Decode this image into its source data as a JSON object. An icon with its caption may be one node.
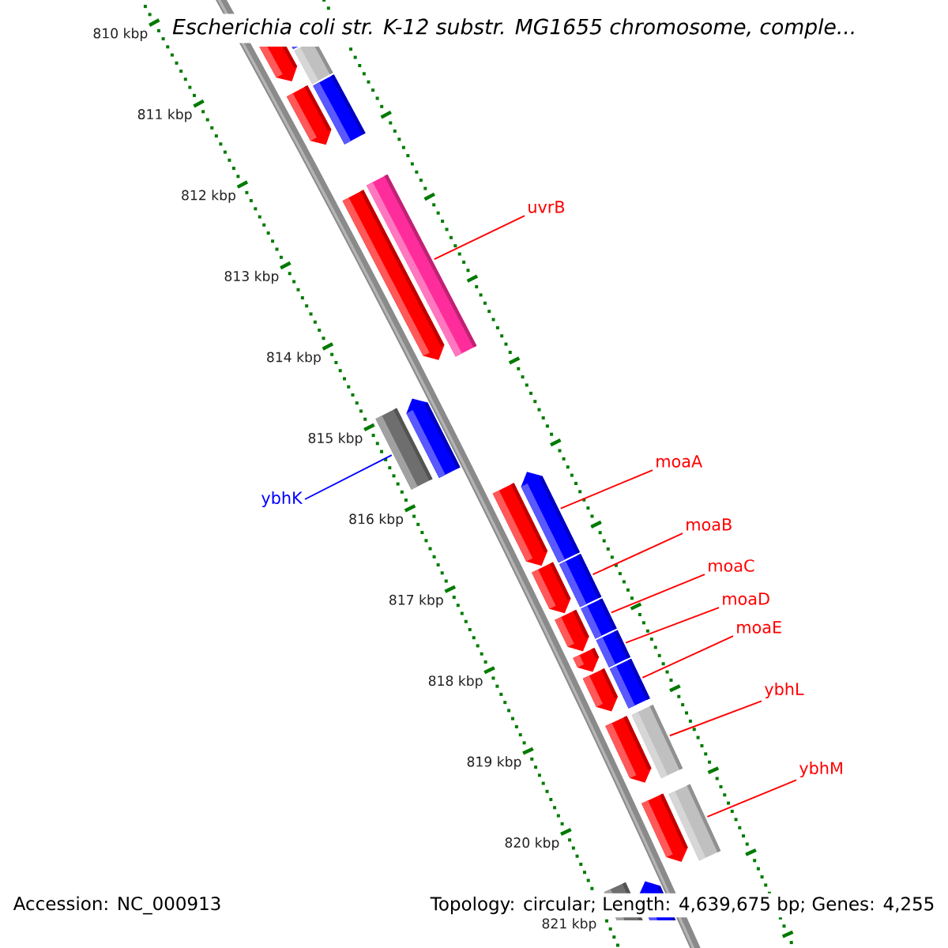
{
  "diagram": {
    "title": "Escherichia coli str. K-12 substr. MG1655 chromosome, comple...",
    "nodes": [
      {
        "text": [
          "uvrB"
        ]
      },
      {
        "text": [],
        "shape": "bar"
      },
      {
        "text": [
          "ybhK"
        ]
      },
      {
        "text": [],
        "shape": "bar"
      },
      {
        "text": [
          "moaA"
        ]
      },
      {
        "text": [],
        "shape": "bar"
      },
      {
        "text": [
          "moaB"
        ]
      },
      {
        "text": [],
        "shape": "bar"
      },
      {
        "text": [
          "moaC"
        ]
      },
      {
        "text": [],
        "shape": "bar"
      },
      {
        "text": [
          "moaD"
        ]
      },
      {
        "text": [],
        "shape": "bar"
      },
      {
        "text": [
          "moaE"
        ]
      },
      {
        "text": [],
        "shape": "bar"
      },
      {
        "text": [
          "ybhL"
        ]
      },
      {
        "text": [],
        "shape": "bar"
      },
      {
        "text": [
          "ybhM"
        ]
      },
      {
        "text": [],
        "shape": "bar"
      },
      {
        "text": [],
        "shape": "bar"
      },
      {
        "text": [],
        "shape": "bar"
      },
      {
        "text": [],
        "shape": "bar"
      },
      {
        "text": [],
        "shape": "bar"
      },
      {
        "text": [],
        "shape": "bar"
      },
      {
        "text": [],
        "shape": "bar"
      },
      {
        "text": [],
        "shape": "bar"
      },
      {
        "text": [],
        "shape": "bar"
      },
      {
        "text": [],
        "shape": "bar"
      },
      {
        "text": [],
        "shape": "bar"
      },
      {
        "text": [],
        "shape": "bar"
      },
      {
        "text": [],
        "shape": "bar"
      },
      {
        "text": [],
        "shape": "bar"
      },
      {
        "text": [],
        "shape": "bar"
      },
      {
        "text": [],
        "shape": "bar"
      },
      {
        "text": [],
        "shape": "bar"
      }
    ],
    "edges": [
      {
        "from": 0,
        "to": 1,
        "arrow": "none"
      },
      {
        "from": 2,
        "to": 3,
        "arrow": "none",
        "color": "#0000ff"
      },
      {
        "from": 4,
        "to": 5,
        "arrow": "none"
      },
      {
        "from": 6,
        "to": 7,
        "arrow": "none"
      },
      {
        "from": 8,
        "to": 9,
        "arrow": "none"
      },
      {
        "from": 10,
        "to": 11,
        "arrow": "none"
      },
      {
        "from": 12,
        "to": 13,
        "arrow": "none"
      },
      {
        "from": 14,
        "to": 15,
        "arrow": "none"
      },
      {
        "from": 16,
        "to": 17,
        "arrow": "none"
      }
    ],
    "labels": [
      "810 kbp",
      "811 kbp",
      "812 kbp",
      "813 kbp",
      "814 kbp",
      "815 kbp",
      "816 kbp",
      "817 kbp",
      "818 kbp",
      "819 kbp",
      "820 kbp",
      "821 kbp",
      "Accession: NC_000913",
      "Topology: circular; Length: 4,639,675 bp; Genes: 4,255"
    ]
  }
}
